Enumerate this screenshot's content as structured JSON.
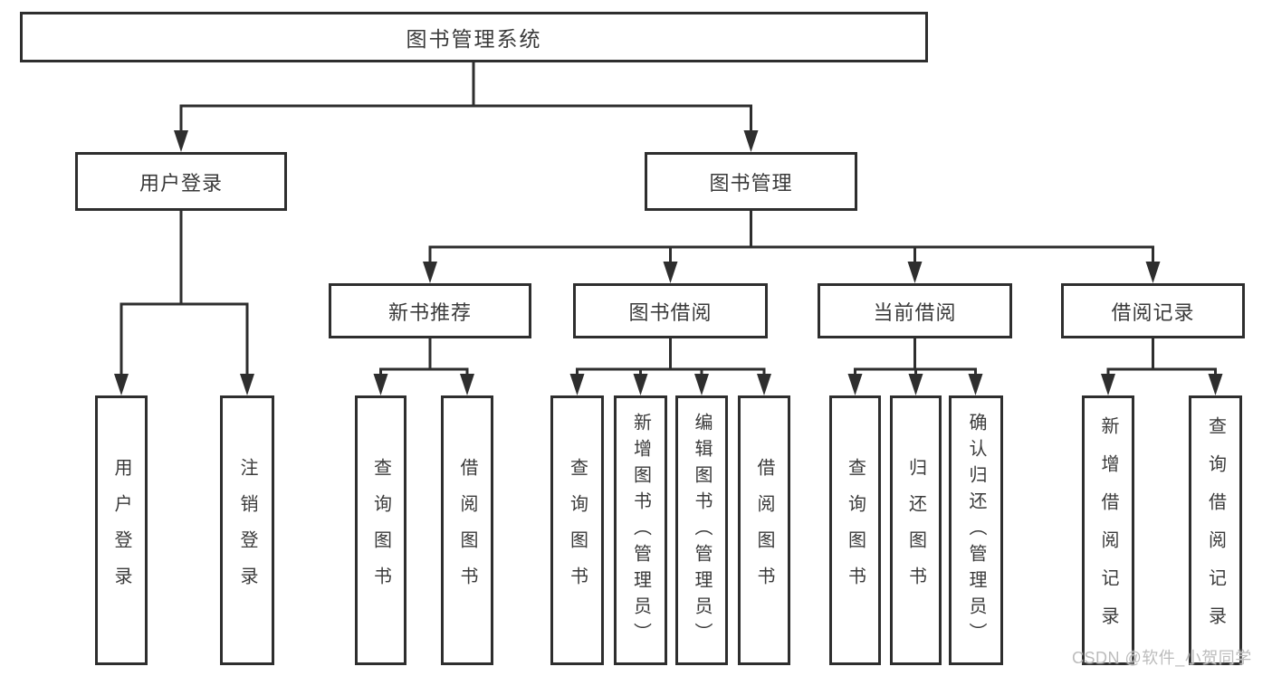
{
  "diagram_title": "图书管理系统",
  "tree": {
    "root": {
      "label": "图书管理系统"
    },
    "branches": [
      {
        "label": "用户登录",
        "leaves": [
          "用户登录",
          "注销登录"
        ]
      },
      {
        "label": "图书管理",
        "children": [
          {
            "label": "新书推荐",
            "leaves": [
              "查询图书",
              "借阅图书"
            ]
          },
          {
            "label": "图书借阅",
            "leaves": [
              "查询图书",
              "新增图书（管理员）",
              "编辑图书（管理员）",
              "借阅图书"
            ]
          },
          {
            "label": "当前借阅",
            "leaves": [
              "查询图书",
              "归还图书",
              "确认归还（管理员）"
            ]
          },
          {
            "label": "借阅记录",
            "leaves": [
              "新增借阅记录",
              "查询借阅记录"
            ]
          }
        ]
      }
    ]
  },
  "watermark": "CSDN @软件_小贺同学",
  "colors": {
    "line": "#2e2e2e",
    "box_border": "#2e2e2e",
    "text": "#3a3a3a",
    "watermark": "#bcbcbc",
    "background": "#ffffff"
  }
}
